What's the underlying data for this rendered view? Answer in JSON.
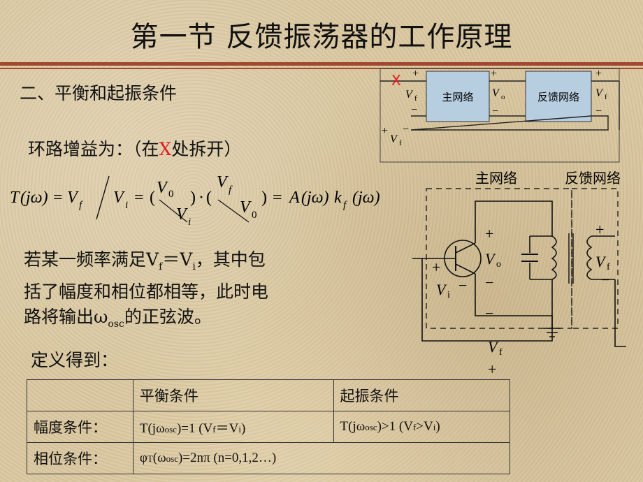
{
  "title": "第一节  反馈振荡器的工作原理",
  "section_heading": "二、平衡和起振条件",
  "loop_gain": {
    "prefix": "环路增益为：",
    "paren_open": "（在",
    "x_mark": "X",
    "paren_close": "处拆开）"
  },
  "formula": {
    "T": "T",
    "jw": "(jω)",
    "eq": "=",
    "Vf": "V",
    "f": "f",
    "Vi": "V",
    "i": "i",
    "paren_l": "(",
    "paren_r": ")",
    "V0": "V",
    "zero": "0",
    "dot": "·",
    "A": "A",
    "k": "k"
  },
  "description": {
    "line1_a": "若某一频率满足V",
    "line1_sub_f": "f",
    "line1_b": "＝V",
    "line1_sub_i": "i",
    "line1_c": "，其中包",
    "line2": "括了幅度和相位都相等，此时电",
    "line3_a": "路将输出ω",
    "line3_sub": "osc",
    "line3_b": "的正弦波。"
  },
  "definition_label": "定义得到：",
  "table": {
    "header": [
      "",
      "平衡条件",
      "起振条件"
    ],
    "amp_label": "幅度条件：",
    "amp_balance": {
      "pre": "T(jω",
      "sub": "osc",
      "mid": ")=1   (V",
      "sub2": "f",
      "mid2": "＝V",
      "sub3": "i",
      "post": ")"
    },
    "amp_start": {
      "pre": "T(jω",
      "sub": "osc",
      "mid": ")>1   (V",
      "sub2": "f",
      "mid2": ">V",
      "sub3": "i",
      "post": ")"
    },
    "phase_label": "相位条件：",
    "phase_value": {
      "pre": "φ",
      "sub": "T",
      "mid": "(ω",
      "sub2": "osc",
      "post": ")=2nπ  (n=0,1,2…)"
    }
  },
  "block_diagram": {
    "main_network": "主网络",
    "feedback_network": "反馈网络",
    "plus": "+",
    "minus": "−",
    "V": "V",
    "f": "f",
    "o": "o",
    "x_mark": "X",
    "box_color": "#b7cde0",
    "x_color": "#e01b1b"
  },
  "circuit": {
    "main_network": "主网络",
    "feedback_network": "反馈网络",
    "plus": "+",
    "minus": "−",
    "V": "V",
    "o": "o",
    "f": "f",
    "i": "i"
  }
}
